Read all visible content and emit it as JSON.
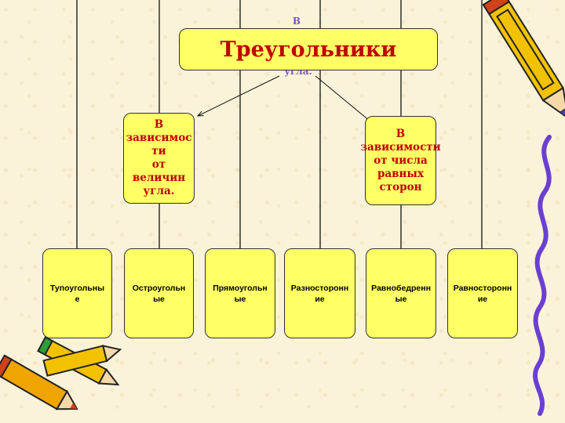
{
  "diagram": {
    "title": "Треугольники",
    "hidden_label_top": "В",
    "hidden_label_bottom": "угла.",
    "categories": [
      {
        "label": "В зависимости от величин угла.",
        "lines": [
          "В",
          "зависимос",
          "ти",
          "от",
          "величин",
          "угла."
        ]
      },
      {
        "label": "В зависимости от числа равных сторон",
        "lines": [
          "В",
          "зависимости",
          "от числа",
          "равных",
          "сторон"
        ]
      }
    ],
    "leaves": [
      {
        "label": "Тупоугольные",
        "lines": [
          "Тупоугольны",
          "е"
        ]
      },
      {
        "label": "Остроугольные",
        "lines": [
          "Остроугольн",
          "ые"
        ]
      },
      {
        "label": "Прямоугольные",
        "lines": [
          "Прямоугольн",
          "ые"
        ]
      },
      {
        "label": "Разносторонние",
        "lines": [
          "Разносторонн",
          "ие"
        ]
      },
      {
        "label": "Равнобедренные",
        "lines": [
          "Равнобедренн",
          "ые"
        ]
      },
      {
        "label": "Равносторонние",
        "lines": [
          "Равносторонн",
          "ие"
        ]
      }
    ],
    "colors": {
      "box_fill": "#ffff66",
      "title_text": "#c00000",
      "category_text": "#c00000",
      "leaf_text": "#000000",
      "background": "#fbf3d9",
      "hidden_text": "#7a52c7"
    },
    "decorations": [
      "pencil-icon",
      "crayons-icon",
      "wavy-line"
    ]
  }
}
